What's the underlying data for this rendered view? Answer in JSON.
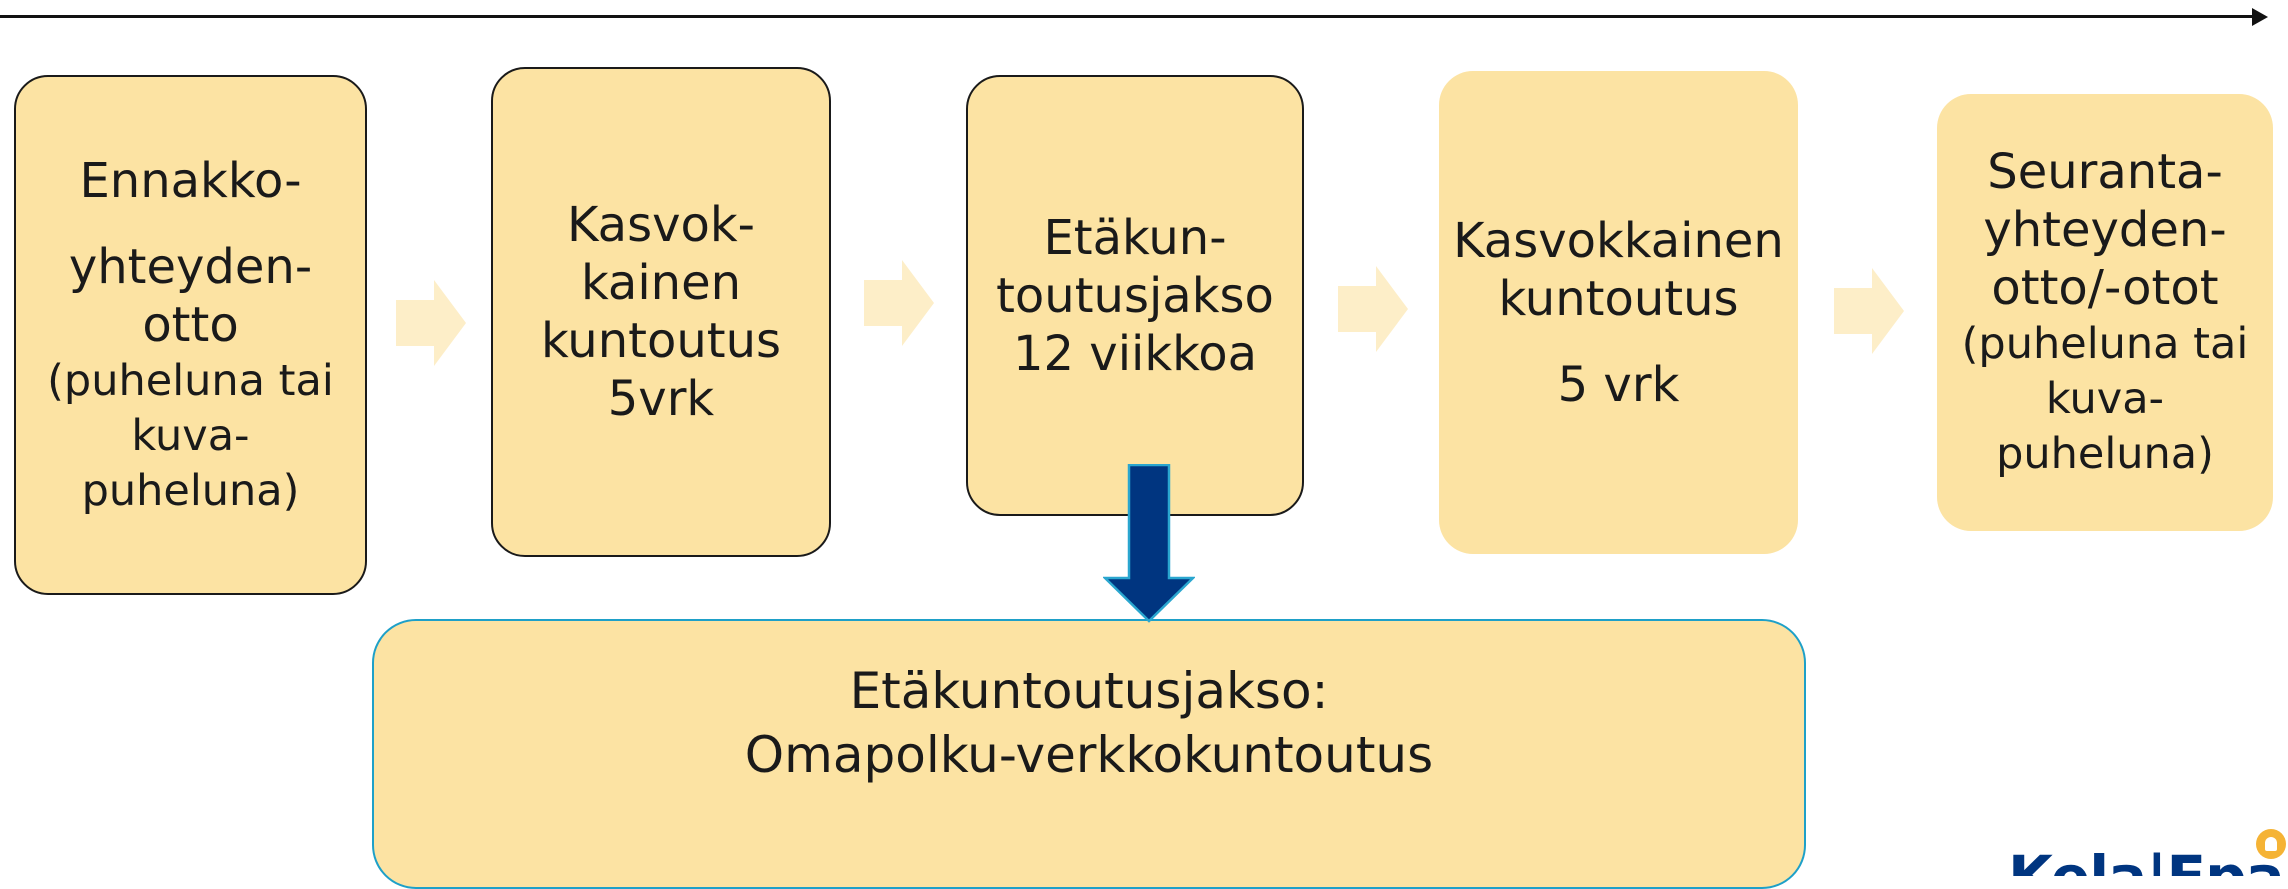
{
  "steps": [
    {
      "lines": [
        {
          "text": "Ennakko-",
          "size": "large",
          "gap_below": true
        },
        {
          "text": "yhteyden-",
          "size": "large",
          "gap_below": false
        },
        {
          "text": "otto",
          "size": "large",
          "gap_below": false
        },
        {
          "text": "(puheluna tai",
          "size": "small",
          "gap_below": false
        },
        {
          "text": "kuva-",
          "size": "small",
          "gap_below": false
        },
        {
          "text": "puheluna)",
          "size": "small",
          "gap_below": false
        }
      ]
    },
    {
      "lines": [
        {
          "text": "Kasvok-",
          "size": "large",
          "gap_below": false
        },
        {
          "text": "kainen",
          "size": "large",
          "gap_below": false
        },
        {
          "text": "kuntoutus",
          "size": "large",
          "gap_below": false
        },
        {
          "text": "5vrk",
          "size": "large",
          "gap_below": false
        }
      ]
    },
    {
      "lines": [
        {
          "text": "Etäkun-",
          "size": "large",
          "gap_below": false
        },
        {
          "text": "toutusjakso",
          "size": "large",
          "gap_below": false
        },
        {
          "text": "12 viikkoa",
          "size": "large",
          "gap_below": false
        }
      ]
    },
    {
      "lines": [
        {
          "text": "Kasvokkainen",
          "size": "large",
          "gap_below": false
        },
        {
          "text": "kuntoutus",
          "size": "large",
          "gap_below": true
        },
        {
          "text": "5 vrk",
          "size": "large",
          "gap_below": false
        }
      ]
    },
    {
      "lines": [
        {
          "text": "Seuranta-",
          "size": "large",
          "gap_below": false
        },
        {
          "text": "yhteyden-",
          "size": "large",
          "gap_below": false
        },
        {
          "text": "otto/-otot",
          "size": "large",
          "gap_below": false
        },
        {
          "text": "(puheluna tai",
          "size": "small",
          "gap_below": false
        },
        {
          "text": "kuva-",
          "size": "small",
          "gap_below": false
        },
        {
          "text": "puheluna)",
          "size": "small",
          "gap_below": false
        }
      ]
    }
  ],
  "online_period": {
    "lines": [
      "Etäkuntoutusjakso:",
      "Omapolku-verkkokuntoutus"
    ]
  },
  "logo": {
    "text": "Kela|Fpa"
  },
  "colors": {
    "box_fill": "#fce3a3",
    "box_outline": "#1a1a1a",
    "bottom_outline": "#1ea0c8",
    "chevron": "#fdeec8",
    "down_arrow": "#003580",
    "timeline": "#111111",
    "logo_blue": "#003580",
    "logo_badge": "#f5b335"
  }
}
